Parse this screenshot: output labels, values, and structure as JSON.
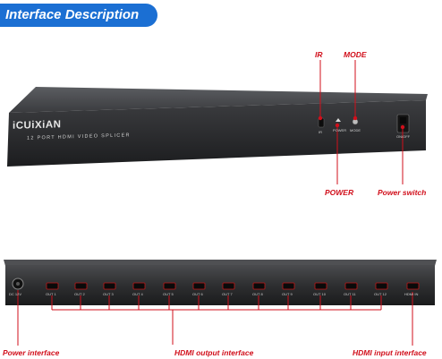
{
  "header": {
    "title": "Interface Description"
  },
  "front_panel": {
    "brand": "iCUiXiAN",
    "model_label": "12 PORT HDMI VIDEO SPLICER",
    "ir_mark": "IR",
    "power_mark": "POWER",
    "mode_mark": "MODE",
    "switch_mark": "ON/OFF"
  },
  "callouts": {
    "ir": "IR",
    "mode": "MODE",
    "power": "POWER",
    "power_switch": "Power switch",
    "power_interface": "Power interface",
    "hdmi_output": "HDMI output interface",
    "hdmi_input": "HDMI input interface"
  },
  "back_panel": {
    "dc_label": "DC 12V",
    "port_labels": [
      "OUT 1",
      "OUT 2",
      "OUT 3",
      "OUT 4",
      "OUT 5",
      "OUT 6",
      "OUT 7",
      "OUT 8",
      "OUT 9",
      "OUT 10",
      "OUT 11",
      "OUT 12",
      "HDMI IN"
    ]
  },
  "colors": {
    "accent": "#d10f1b",
    "banner": "#1b6fd3",
    "device": "#2b2c2f"
  }
}
